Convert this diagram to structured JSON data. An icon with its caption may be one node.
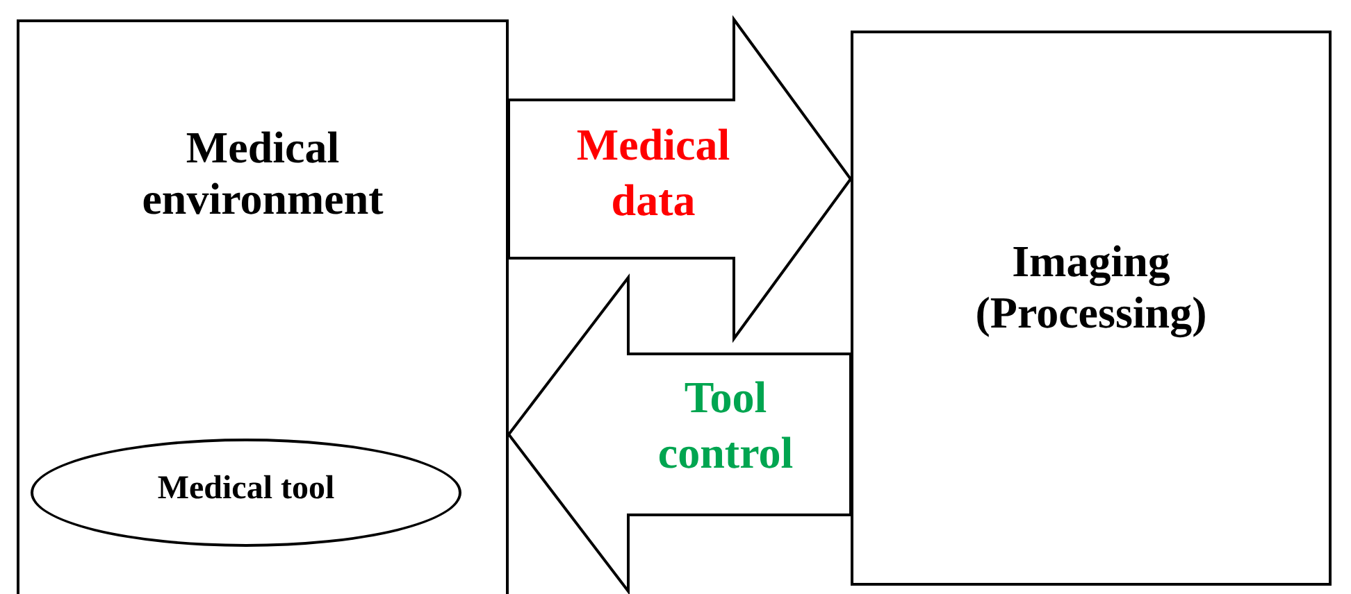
{
  "diagram": {
    "nodes": [
      {
        "text": [
          "Medical environment"
        ]
      },
      {
        "text": [
          "Medical tool"
        ],
        "in": 0
      },
      {
        "text": [
          "Imaging (Processing)"
        ]
      }
    ],
    "edges": [
      {
        "from": 0,
        "to": 2,
        "arrow": "to",
        "label": "Medical data",
        "style": "thick"
      },
      {
        "from": 2,
        "to": 0,
        "arrow": "to",
        "label": "Tool control",
        "style": "thick"
      }
    ]
  }
}
